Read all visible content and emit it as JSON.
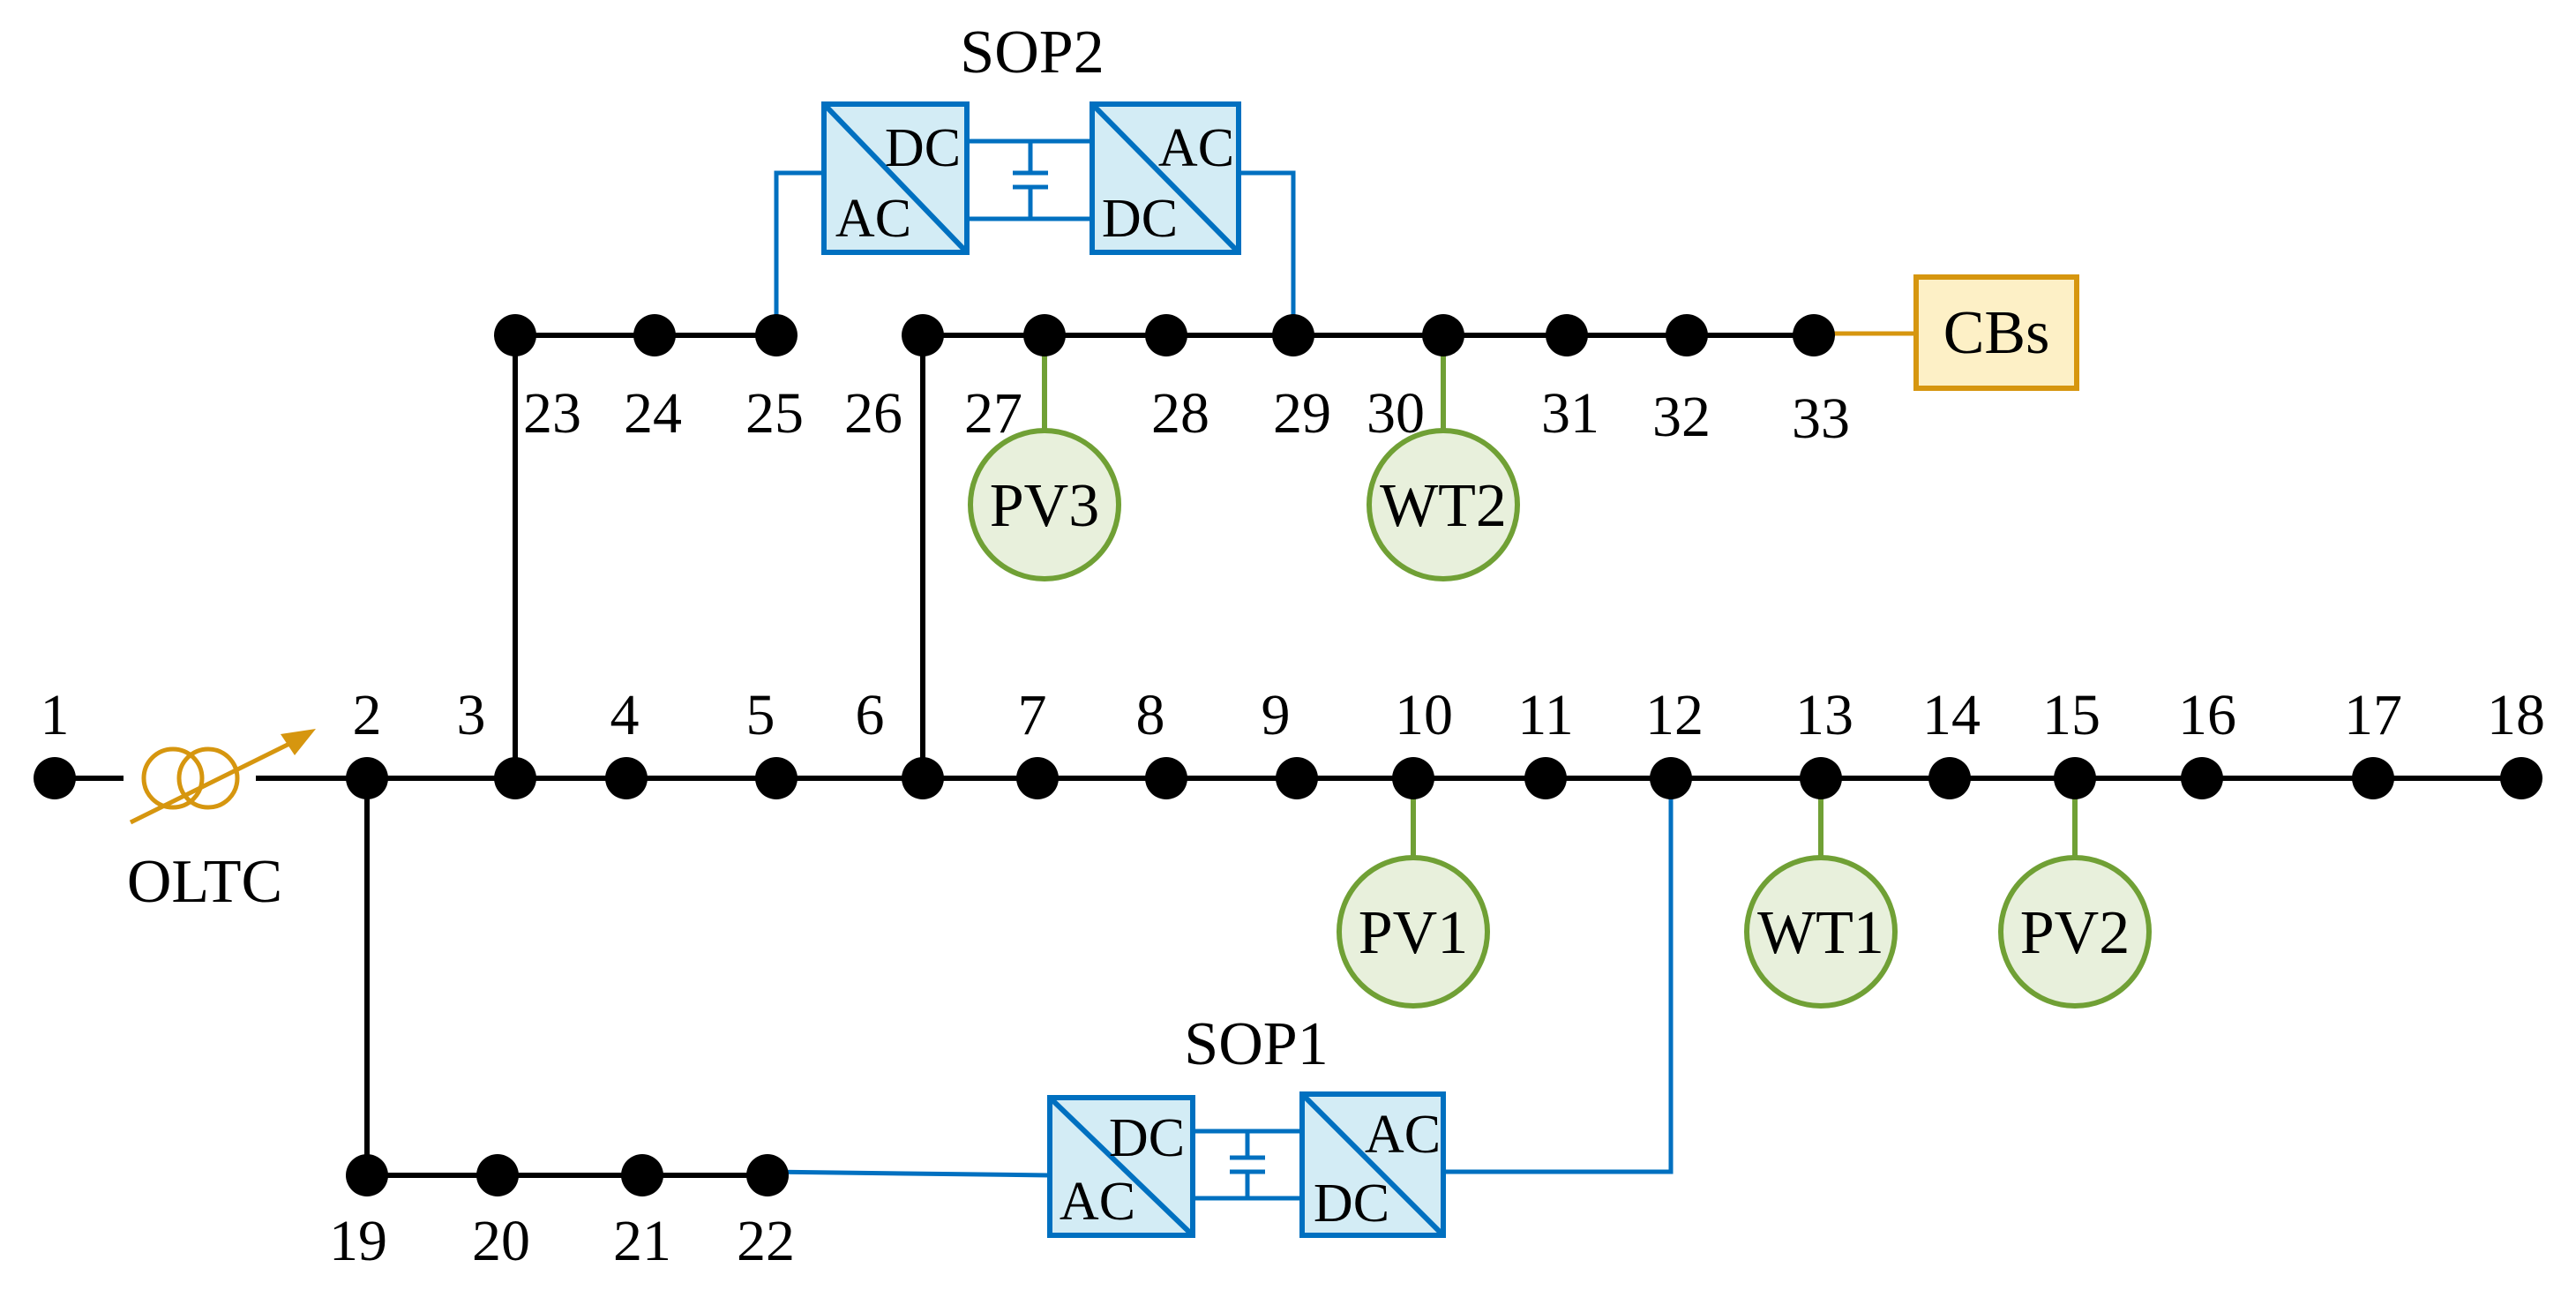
{
  "nodes": [
    {
      "id": "1",
      "label": "1"
    },
    {
      "id": "2",
      "label": "2"
    },
    {
      "id": "3",
      "label": "3"
    },
    {
      "id": "4",
      "label": "4"
    },
    {
      "id": "5",
      "label": "5"
    },
    {
      "id": "6",
      "label": "6"
    },
    {
      "id": "7",
      "label": "7"
    },
    {
      "id": "8",
      "label": "8"
    },
    {
      "id": "9",
      "label": "9"
    },
    {
      "id": "10",
      "label": "10"
    },
    {
      "id": "11",
      "label": "11"
    },
    {
      "id": "12",
      "label": "12"
    },
    {
      "id": "13",
      "label": "13"
    },
    {
      "id": "14",
      "label": "14"
    },
    {
      "id": "15",
      "label": "15"
    },
    {
      "id": "16",
      "label": "16"
    },
    {
      "id": "17",
      "label": "17"
    },
    {
      "id": "18",
      "label": "18"
    },
    {
      "id": "19",
      "label": "19"
    },
    {
      "id": "20",
      "label": "20"
    },
    {
      "id": "21",
      "label": "21"
    },
    {
      "id": "22",
      "label": "22"
    },
    {
      "id": "23",
      "label": "23"
    },
    {
      "id": "24",
      "label": "24"
    },
    {
      "id": "25",
      "label": "25"
    },
    {
      "id": "26",
      "label": "26"
    },
    {
      "id": "27",
      "label": "27"
    },
    {
      "id": "28",
      "label": "28"
    },
    {
      "id": "29",
      "label": "29"
    },
    {
      "id": "30",
      "label": "30"
    },
    {
      "id": "31",
      "label": "31"
    },
    {
      "id": "32",
      "label": "32"
    },
    {
      "id": "33",
      "label": "33"
    }
  ],
  "edges": [
    [
      "1",
      "2"
    ],
    [
      "2",
      "3"
    ],
    [
      "3",
      "4"
    ],
    [
      "4",
      "5"
    ],
    [
      "5",
      "6"
    ],
    [
      "6",
      "7"
    ],
    [
      "7",
      "8"
    ],
    [
      "8",
      "9"
    ],
    [
      "9",
      "10"
    ],
    [
      "10",
      "11"
    ],
    [
      "11",
      "12"
    ],
    [
      "12",
      "13"
    ],
    [
      "13",
      "14"
    ],
    [
      "14",
      "15"
    ],
    [
      "15",
      "16"
    ],
    [
      "16",
      "17"
    ],
    [
      "17",
      "18"
    ],
    [
      "2",
      "19"
    ],
    [
      "19",
      "20"
    ],
    [
      "20",
      "21"
    ],
    [
      "21",
      "22"
    ],
    [
      "3",
      "23"
    ],
    [
      "23",
      "24"
    ],
    [
      "24",
      "25"
    ],
    [
      "6",
      "26"
    ],
    [
      "26",
      "27"
    ],
    [
      "27",
      "28"
    ],
    [
      "28",
      "29"
    ],
    [
      "29",
      "30"
    ],
    [
      "30",
      "31"
    ],
    [
      "31",
      "32"
    ],
    [
      "32",
      "33"
    ]
  ],
  "oltc": {
    "label": "OLTC",
    "between": [
      "1",
      "2"
    ]
  },
  "sop1": {
    "label": "SOP1",
    "connects": [
      "22",
      "12"
    ],
    "left_converter": {
      "top": "DC",
      "bottom": "AC"
    },
    "right_converter": {
      "top": "AC",
      "bottom": "DC"
    }
  },
  "sop2": {
    "label": "SOP2",
    "connects": [
      "25",
      "29"
    ],
    "left_converter": {
      "top": "DC",
      "bottom": "AC"
    },
    "right_converter": {
      "top": "AC",
      "bottom": "DC"
    }
  },
  "generators": [
    {
      "id": "pv3",
      "label": "PV3",
      "node": "27"
    },
    {
      "id": "wt2",
      "label": "WT2",
      "node": "30"
    },
    {
      "id": "pv1",
      "label": "PV1",
      "node": "10"
    },
    {
      "id": "wt1",
      "label": "WT1",
      "node": "13"
    },
    {
      "id": "pv2",
      "label": "PV2",
      "node": "15"
    }
  ],
  "capacitor_banks": {
    "label": "CBs",
    "node": "33"
  },
  "colors": {
    "bus": "#000000",
    "sop": "#0070c0",
    "converter_fill": "#d3ecf5",
    "dg": "#70a035",
    "dg_fill": "#e8f0dc",
    "oltc": "#d6960f",
    "cb_fill": "#fdf0c6"
  }
}
